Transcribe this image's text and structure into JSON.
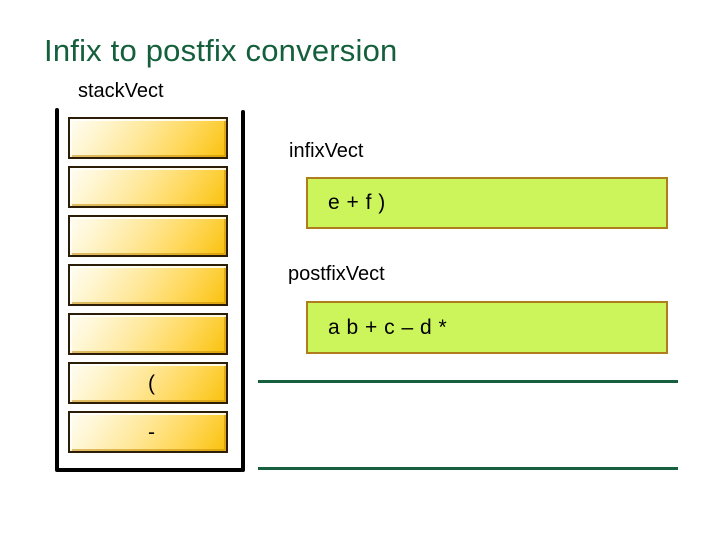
{
  "slide": {
    "title": "Infix to postfix conversion",
    "accent_color": "#15603c",
    "background_color": "#ffffff"
  },
  "stack": {
    "label": "stackVect",
    "cell_fill_light": "#fffdf3",
    "cell_fill_dark": "#f9c20d",
    "cell_border_color": "#2b1d06",
    "frame_color": "#000000",
    "cells": [
      {
        "index": 0,
        "value": ""
      },
      {
        "index": 1,
        "value": ""
      },
      {
        "index": 2,
        "value": ""
      },
      {
        "index": 3,
        "value": ""
      },
      {
        "index": 4,
        "value": ""
      },
      {
        "index": 5,
        "value": "("
      },
      {
        "index": 6,
        "value": "-"
      }
    ]
  },
  "infix": {
    "label": "infixVect",
    "value": "e + f )",
    "box_fill": "#ccf55c",
    "box_border": "#b07d1c"
  },
  "postfix": {
    "label": "postfixVect",
    "value": "a b + c – d *",
    "box_fill": "#ccf55c",
    "box_border": "#b07d1c"
  },
  "rules": {
    "color": "#166040",
    "count": 2
  }
}
